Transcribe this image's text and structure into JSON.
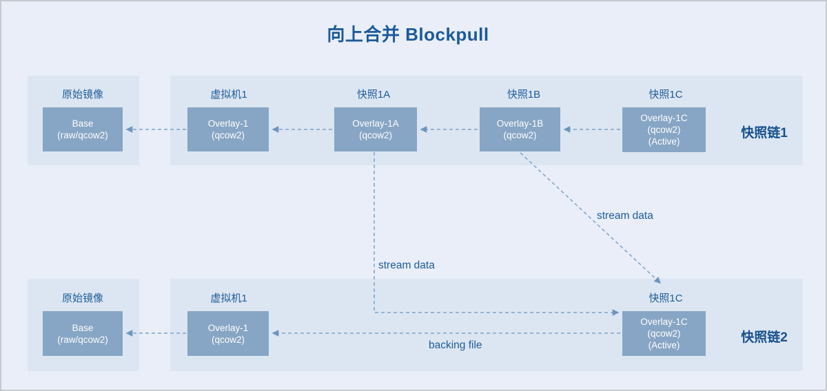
{
  "title": "向上合并 Blockpull",
  "colors": {
    "background": "#e9eef8",
    "panel": "#dce6f2",
    "node_fill": "#87a5c4",
    "node_text": "#ffffff",
    "accent_text": "#1e5c99",
    "chain_label_text": "#17508e",
    "arrow": "#7ca2c8"
  },
  "top": {
    "origin_panel": {
      "label": "原始镜像",
      "node": {
        "lines": [
          "Base",
          "(raw/qcow2)"
        ]
      }
    },
    "chain_panel": {
      "chain_label": "快照链1",
      "nodes": [
        {
          "label": "虚拟机1",
          "lines": [
            "Overlay-1",
            "(qcow2)"
          ]
        },
        {
          "label": "快照1A",
          "lines": [
            "Overlay-1A",
            "(qcow2)"
          ]
        },
        {
          "label": "快照1B",
          "lines": [
            "Overlay-1B",
            "(qcow2)"
          ]
        },
        {
          "label": "快照1C",
          "lines": [
            "Overlay-1C",
            "(qcow2)",
            "(Active)"
          ]
        }
      ]
    }
  },
  "bottom": {
    "origin_panel": {
      "label": "原始镜像",
      "node": {
        "lines": [
          "Base",
          "(raw/qcow2)"
        ]
      }
    },
    "chain_panel": {
      "chain_label": "快照链2",
      "nodes": [
        {
          "label": "虚拟机1",
          "lines": [
            "Overlay-1",
            "(qcow2)"
          ]
        },
        {
          "label": "快照1C",
          "lines": [
            "Overlay-1C",
            "(qcow2)",
            "(Active)"
          ]
        }
      ]
    }
  },
  "annotations": {
    "stream_data_left": "stream data",
    "stream_data_right": "stream data",
    "backing_file": "backing file"
  }
}
